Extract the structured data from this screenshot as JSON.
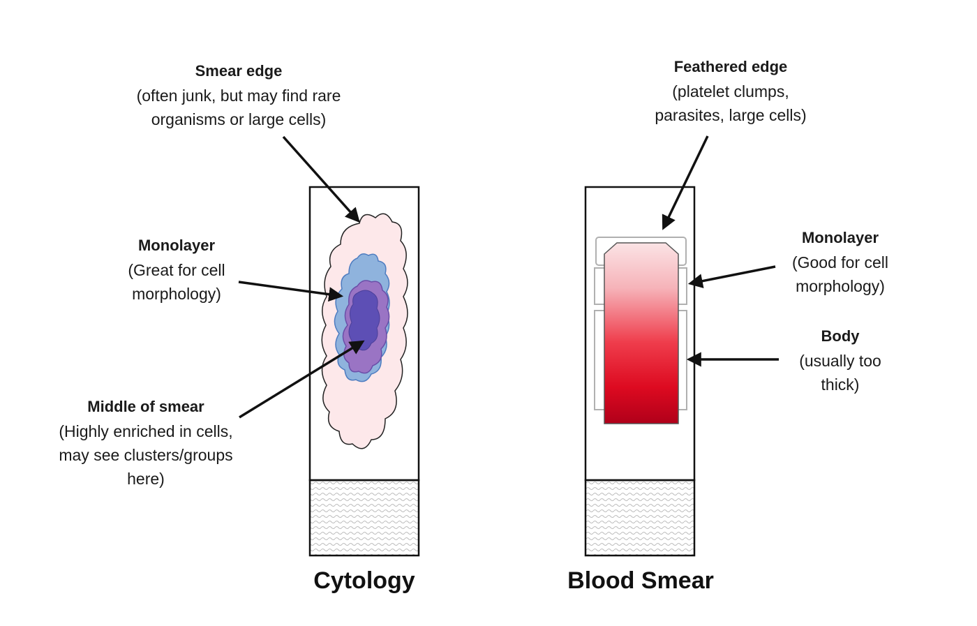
{
  "cytology": {
    "title": "Cytology",
    "smear_edge": {
      "heading": "Smear edge",
      "lines": [
        "(often junk, but may find rare",
        "organisms or large cells)"
      ]
    },
    "monolayer": {
      "heading": "Monolayer",
      "lines": [
        "(Great for cell",
        "morphology)"
      ]
    },
    "middle": {
      "heading": "Middle of smear",
      "lines": [
        "(Highly enriched in cells,",
        "may see clusters/groups",
        "here)"
      ]
    }
  },
  "blood_smear": {
    "title": "Blood Smear",
    "feathered_edge": {
      "heading": "Feathered edge",
      "lines": [
        "(platelet clumps,",
        "parasites, large cells)"
      ]
    },
    "monolayer": {
      "heading": "Monolayer",
      "lines": [
        "(Good for cell",
        "morphology)"
      ]
    },
    "body": {
      "heading": "Body",
      "lines": [
        "(usually too",
        "thick)"
      ]
    }
  },
  "colors": {
    "smear_outer": "#fde8ea",
    "monolayer_blue": "#8fb3dd",
    "middle_purple": "#6a5bb8",
    "blood_red": "#d9001a",
    "outline": "#111111"
  }
}
